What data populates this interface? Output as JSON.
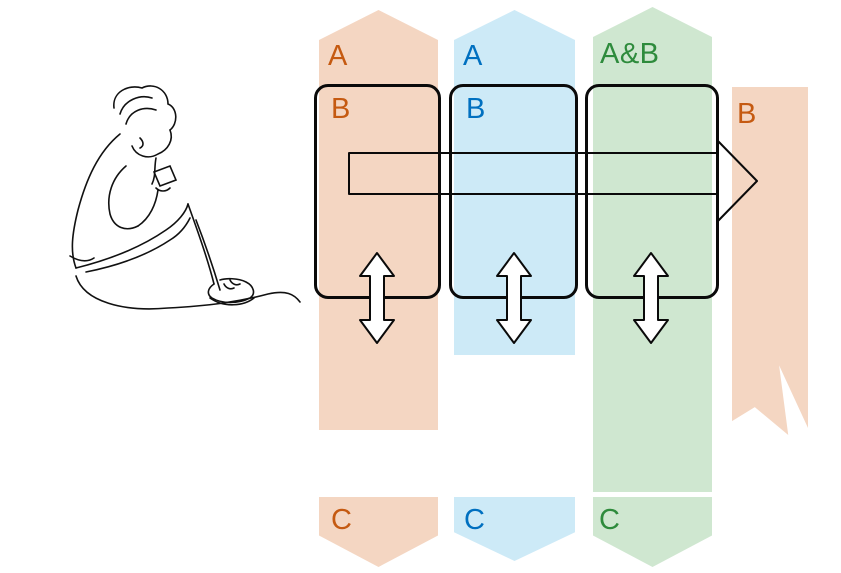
{
  "columns": [
    {
      "name": "left-orange-band",
      "labels": {
        "top": "A",
        "box": "B",
        "bottom": "C"
      }
    },
    {
      "name": "middle-blue-band",
      "labels": {
        "top": "A",
        "box": "B",
        "bottom": "C"
      }
    },
    {
      "name": "right-green-band",
      "labels": {
        "top": "A&B",
        "bottom": "C"
      }
    }
  ],
  "side_band": {
    "label": "B"
  },
  "colors": {
    "orange_band": "#f4d6c2",
    "blue_band": "#cdeaf7",
    "green_band": "#cfe7d0",
    "orange_text": "#c55a11",
    "blue_text": "#0070c0",
    "green_text": "#2e8b3c",
    "outline": "#000000"
  },
  "icons": {
    "person": "person-sitting-looking-at-phone-line-sketch",
    "flow_arrow": "right-arrow-outline",
    "exchange_arrow": "up-down-double-arrow-outline"
  }
}
